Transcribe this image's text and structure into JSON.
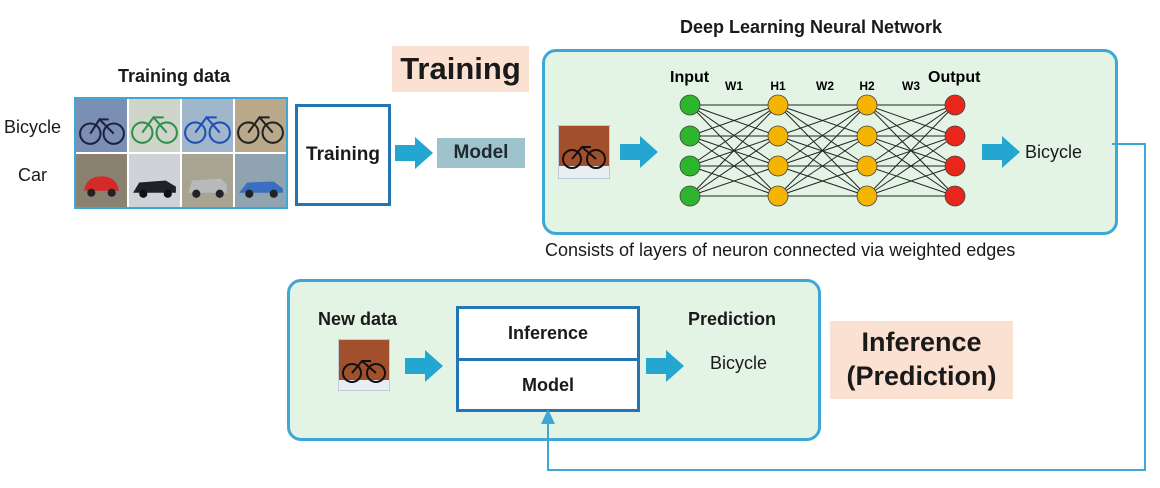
{
  "training_data": {
    "title": "Training data",
    "row_labels": [
      "Bicycle",
      "Car"
    ]
  },
  "training_box_label": "Training",
  "model_label": "Model",
  "training_banner": "Training",
  "network": {
    "title": "Deep Learning Neural Network",
    "layer_labels": [
      "Input",
      "H1",
      "H2",
      "Output"
    ],
    "weight_labels": [
      "W1",
      "W2",
      "W3"
    ],
    "output_text": "Bicycle",
    "caption": "Consists of layers of neuron connected via weighted edges",
    "colors": {
      "input": "#2db52d",
      "hidden": "#f5b400",
      "output": "#e8261b"
    }
  },
  "inference": {
    "new_data_label": "New data",
    "stack_top": "Inference",
    "stack_bottom": "Model",
    "prediction_label": "Prediction",
    "prediction_value": "Bicycle",
    "banner_line1": "Inference",
    "banner_line2": "(Prediction)"
  },
  "colors": {
    "accent": "#3fa7d6",
    "box_border": "#2475b3",
    "panel_bg": "#e4f4e4",
    "banner_bg": "#fbe1d1",
    "arrow": "#23a6cf"
  }
}
